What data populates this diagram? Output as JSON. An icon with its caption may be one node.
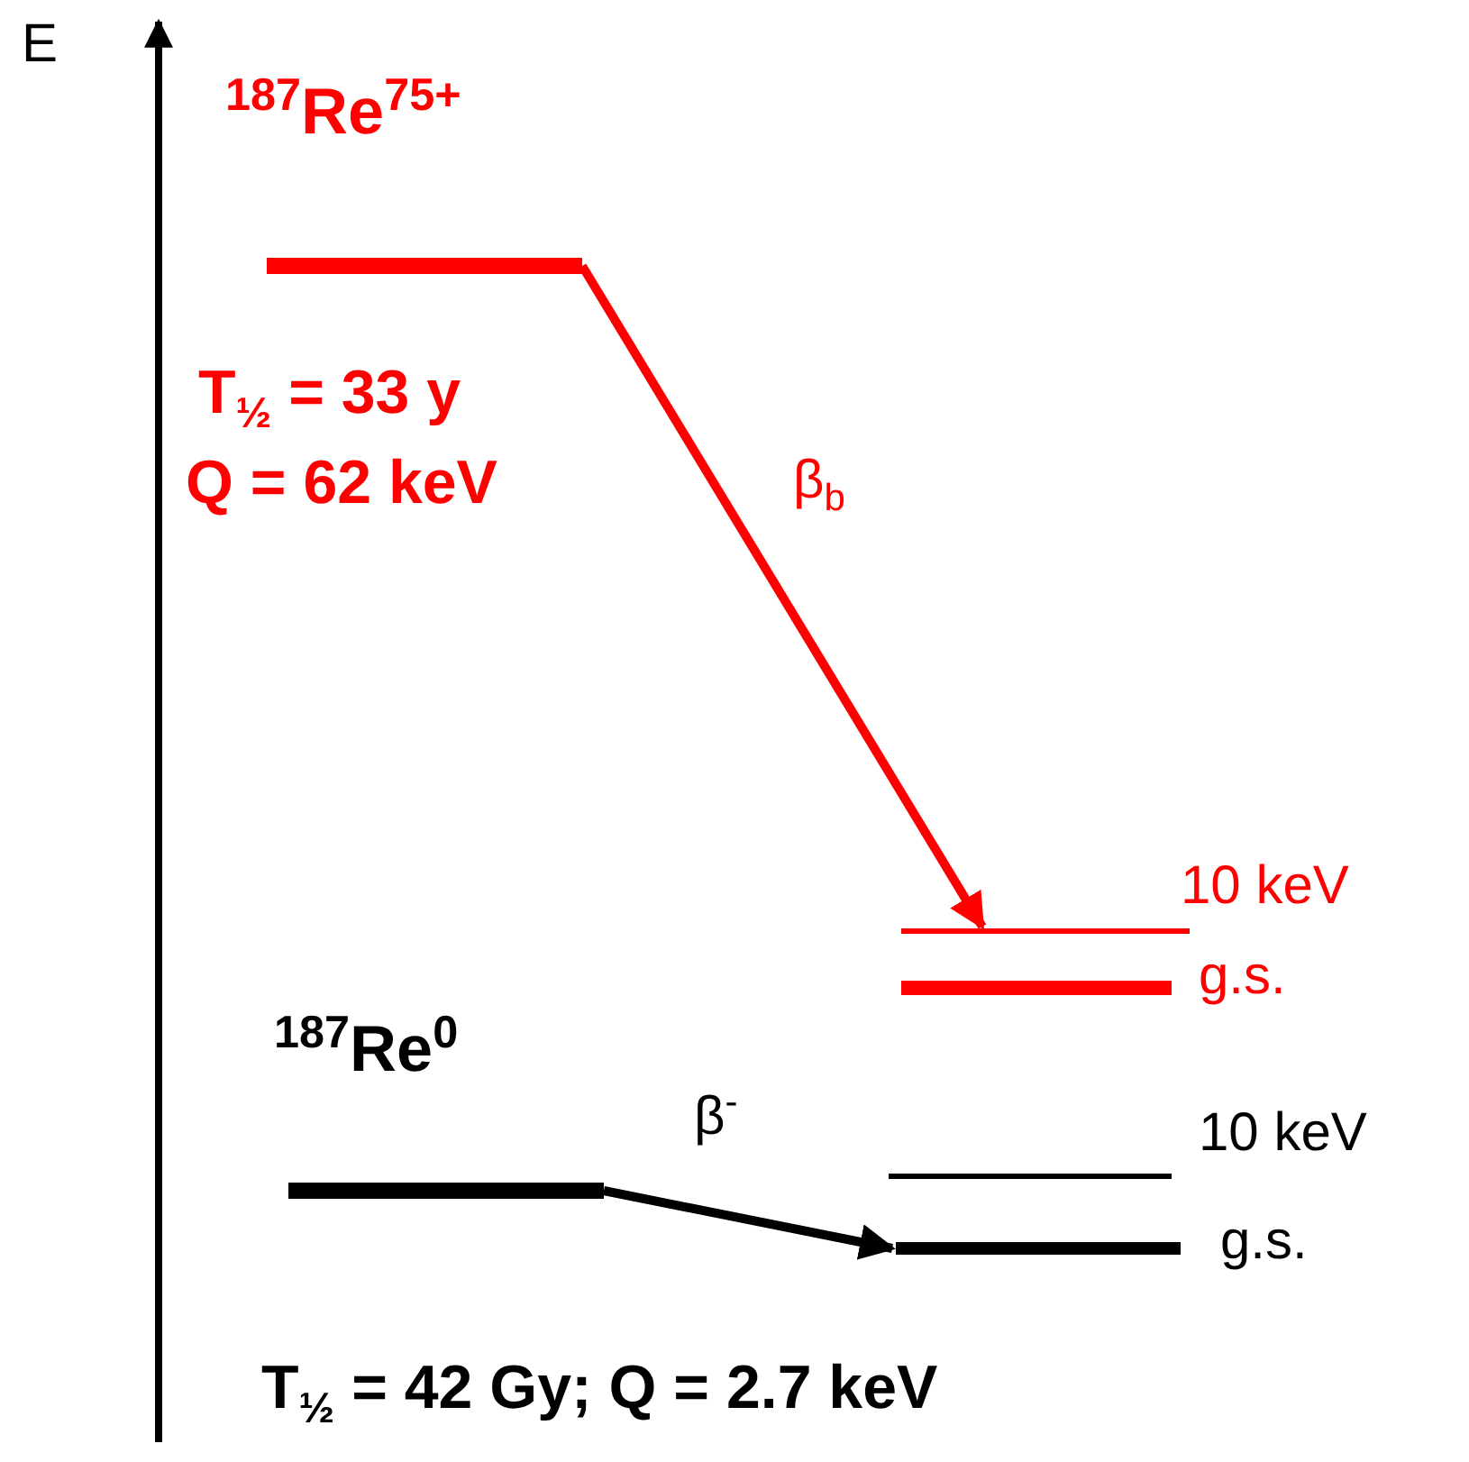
{
  "diagram": {
    "nodes": [
      {
        "text": [],
        "shape": "bar",
        "beside": [
          "$^{187}$Re$^{75+}$",
          "T$_{½}$ = 33 y",
          "Q = 62 keV"
        ]
      },
      {
        "text": [],
        "shape": "bar",
        "beside": [
          "10 keV"
        ]
      },
      {
        "text": [],
        "shape": "bar",
        "beside": [
          "g.s."
        ]
      },
      {
        "text": [],
        "shape": "bar",
        "beside": [
          "$^{187}$Re$^{0}$"
        ]
      },
      {
        "text": [],
        "shape": "bar",
        "beside": [
          "10 keV"
        ]
      },
      {
        "text": [],
        "shape": "bar",
        "beside": [
          "g.s."
        ]
      }
    ],
    "edges": [
      {
        "from": 0,
        "to": 1,
        "arrow": "to",
        "label": "β$_{b}$",
        "color": "#ff0000"
      },
      {
        "from": 3,
        "to": 5,
        "arrow": "to",
        "label": "β$^{-}$",
        "color": "#000000"
      }
    ],
    "labels": [
      "E",
      "T$_{½}$ = 42 Gy;  Q = 2.7 keV"
    ]
  }
}
